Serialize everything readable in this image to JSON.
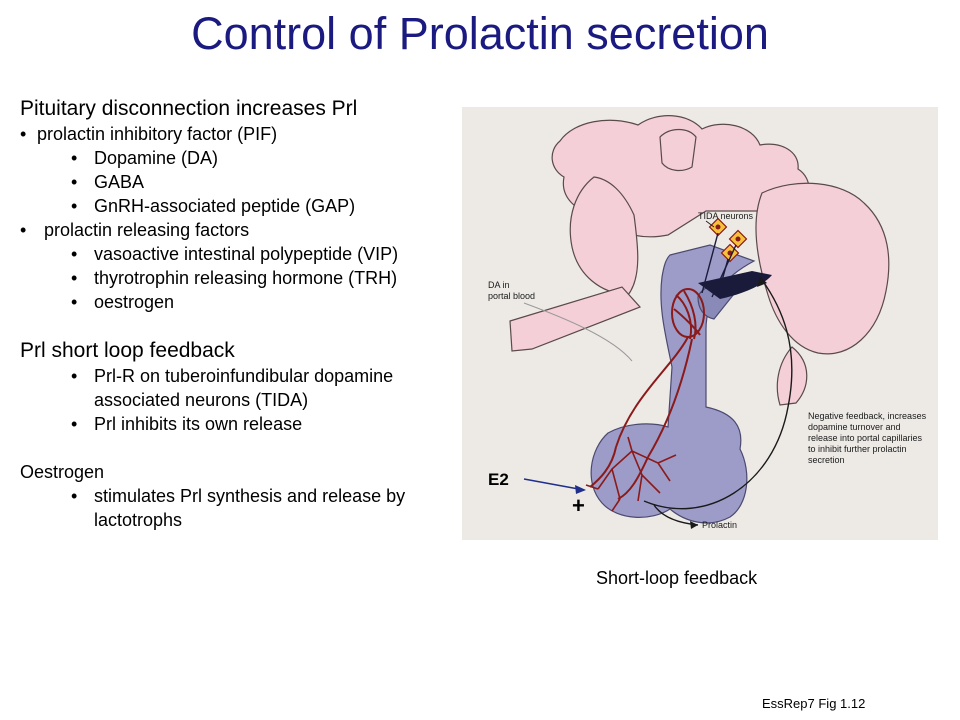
{
  "title": "Control of Prolactin secretion",
  "section1": {
    "heading": "Pituitary disconnection increases Prl",
    "pif_label": "prolactin inhibitory factor (PIF)",
    "pif_items": [
      "Dopamine (DA)",
      "GABA",
      "GnRH-associated peptide (GAP)"
    ],
    "prf_label": "prolactin releasing factors",
    "prf_items": [
      "vasoactive intestinal polypeptide (VIP)",
      "thyrotrophin releasing hormone (TRH)",
      "oestrogen"
    ]
  },
  "section2": {
    "heading": "Prl short loop feedback",
    "items": [
      "Prl-R on tuberoinfundibular dopamine associated neurons (TIDA)",
      "Prl inhibits its own release"
    ]
  },
  "section3": {
    "heading": "Oestrogen",
    "items": [
      "stimulates Prl synthesis and release by lactotrophs"
    ]
  },
  "figure": {
    "tida_label": "TIDA neurons",
    "da_label": [
      "DA in",
      "portal blood"
    ],
    "feedback_label": [
      "Negative feedback, increases",
      "dopamine turnover and",
      "release into portal capillaries",
      "to inhibit further prolactin",
      "secretion"
    ],
    "prolactin_label": "Prolactin",
    "e2_label": "E2",
    "plus_sign": "+",
    "colors": {
      "brain": "#f4cfd8",
      "pituitary": "#9d9cc9",
      "vessels": "#8b1a1a",
      "panel_bg": "#edeae6"
    }
  },
  "caption": "Short-loop feedback",
  "credit": "EssRep7 Fig 1.12"
}
